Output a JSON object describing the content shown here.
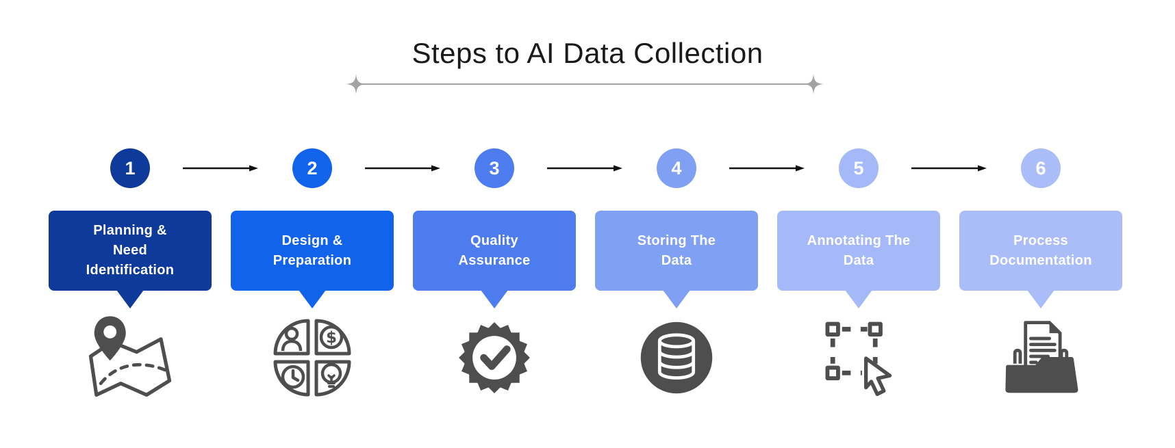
{
  "title": "Steps to AI Data Collection",
  "colors": {
    "title_text": "#1a1a1a",
    "divider": "#a3a3a3",
    "arrow": "#111111",
    "icon": "#4e4e4e",
    "label_text": "#ffffff",
    "background": "#ffffff"
  },
  "steps": [
    {
      "number": "1",
      "label": "Planning &\nNeed\nIdentification",
      "color": "#0d3a9b",
      "icon": "map-location-icon"
    },
    {
      "number": "2",
      "label": "Design &\nPreparation",
      "color": "#1263ec",
      "icon": "resources-quadrant-icon"
    },
    {
      "number": "3",
      "label": "Quality\nAssurance",
      "color": "#4d7cef",
      "icon": "quality-badge-check-icon"
    },
    {
      "number": "4",
      "label": "Storing The\nData",
      "color": "#80a0f4",
      "icon": "database-icon"
    },
    {
      "number": "5",
      "label": "Annotating The\nData",
      "color": "#a5b9f8",
      "icon": "selection-cursor-icon"
    },
    {
      "number": "6",
      "label": "Process\nDocumentation",
      "color": "#aabdf8",
      "icon": "folder-document-icon"
    }
  ]
}
